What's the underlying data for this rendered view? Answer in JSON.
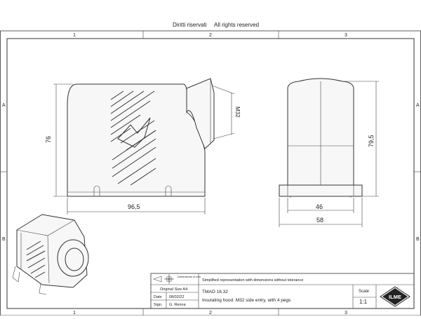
{
  "header": {
    "rights_it": "Diritti riservati",
    "rights_en": "All rights reserved"
  },
  "zones": {
    "columns": [
      "1",
      "2",
      "3"
    ],
    "rows": [
      "A",
      "B"
    ]
  },
  "dimensions": {
    "height_front": "76",
    "width_front": "96,5",
    "thread": "M32",
    "height_side": "79,5",
    "inner_width_side": "46",
    "outer_width_side": "58"
  },
  "title_block": {
    "dim_symbol_label": "Dimensions in mm",
    "note": "Simplified representation with dimensions without tolerance",
    "original_size_label": "Original Size A4",
    "date_label": "Date",
    "date_value": "08/02/22",
    "sign_label": "Sign.",
    "sign_value": "G. Renna",
    "code": "TMAO 16.32",
    "description": "Insulating hood. M32 side entry, with 4 pegs",
    "scale_label": "Scale",
    "scale_value": "1:1",
    "logo_text": "ILME"
  }
}
